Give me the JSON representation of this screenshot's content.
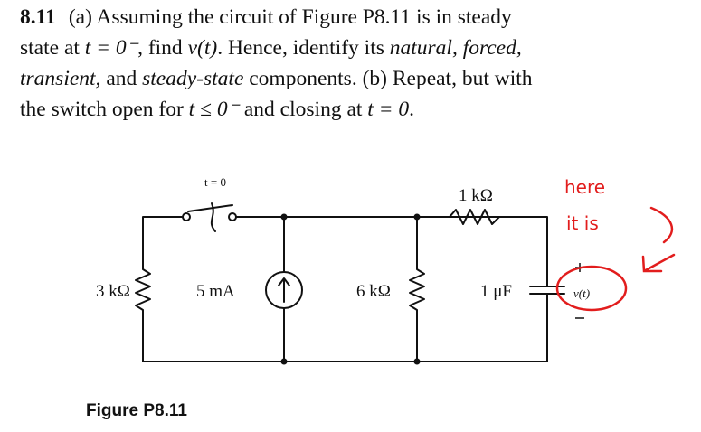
{
  "problem": {
    "number": "8.11",
    "line1": "(a) Assuming the circuit of Figure P8.11 is in steady",
    "line2_a": "state at ",
    "line2_b": "t = 0⁻",
    "line2_c": ", find ",
    "line2_d": "v(t)",
    "line2_e": ". Hence, identify its ",
    "line2_f": "natural, forced,",
    "line3_a": "transient,",
    "line3_b": " and ",
    "line3_c": "steady-state",
    "line3_d": " components. (b) Repeat, but with",
    "line4_a": "the switch open for ",
    "line4_b": "t ≤ 0⁻",
    "line4_c": " and closing at ",
    "line4_d": "t = 0",
    "line4_e": "."
  },
  "figure": {
    "switch_label": "t = 0",
    "r1_label": "3 kΩ",
    "source_label": "5 mA",
    "r2_label": "6 kΩ",
    "r3_label": "1 kΩ",
    "cap_label": "1 μF",
    "voltage_label": "v(t)",
    "caption": "Figure P8.11"
  },
  "annotation": {
    "line1": "here",
    "line2": "it is",
    "color": "#e21d1d"
  }
}
